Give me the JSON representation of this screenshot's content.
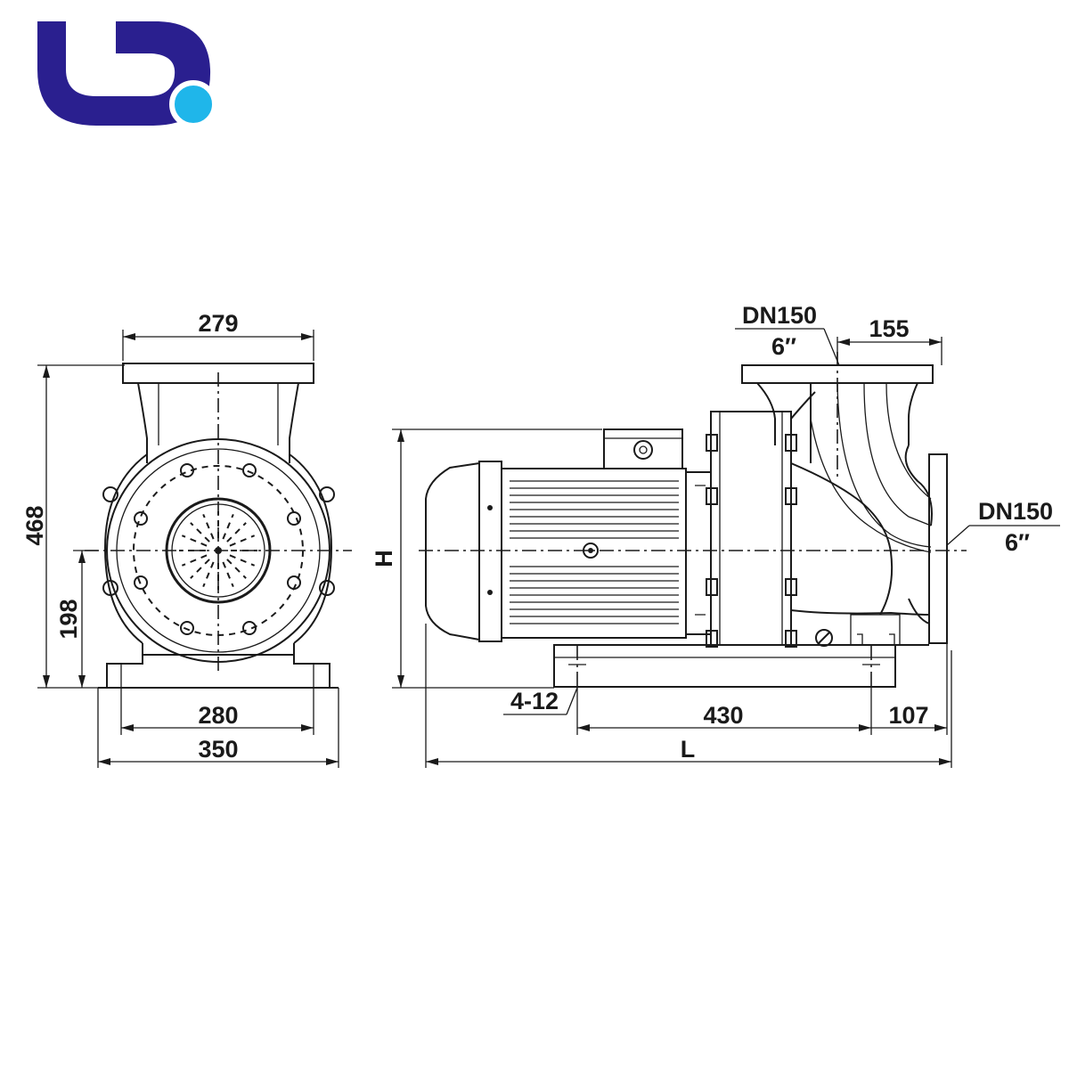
{
  "brand": {
    "logo_primary_color": "#2a1f8f",
    "logo_accent_color": "#1fb6ea"
  },
  "front_view": {
    "top_width": "279",
    "total_height": "468",
    "shaft_height": "198",
    "mount_spacing": "280",
    "base_width": "350"
  },
  "side_view": {
    "outlet_size": "DN150",
    "outlet_inch": "6″",
    "outlet_offset": "155",
    "inlet_size": "DN150",
    "inlet_inch": "6″",
    "height_label": "H",
    "mount_holes": "4-12",
    "mount_length": "430",
    "end_offset": "107",
    "total_length": "L"
  },
  "colors": {
    "line": "#1a1a1a",
    "background": "#ffffff"
  }
}
